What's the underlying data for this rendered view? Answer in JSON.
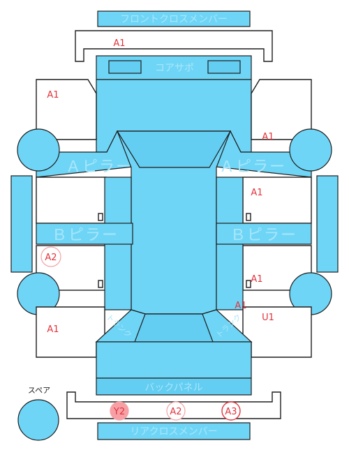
{
  "labels": {
    "front_cross_member": "フロントクロスメンバー",
    "core_support": "コアサポ",
    "a_pillar_left": "Ａピラー",
    "a_pillar_right": "Ａピラー",
    "b_pillar_left": "Ｂピラー",
    "b_pillar_right": "Ｂピラー",
    "back_panel": "バックパネル",
    "rear_cross_member": "リアクロスメンバー",
    "spare": "スペア",
    "trunk_left": "トランク",
    "trunk_right": "トランク"
  },
  "damage_codes": {
    "front_cross_member": "A1",
    "front_left": "A1",
    "front_right": "A1",
    "right_front_door": "A1",
    "left_rear_door": "A2",
    "right_rear_door": "A1",
    "right_rear_quarter": "A1",
    "right_rear_quarter_2": "U1",
    "left_rear_quarter": "A1",
    "rear_cross_member_1": "Y2",
    "rear_cross_member_2": "A2",
    "rear_cross_member_3": "A3"
  },
  "colors": {
    "part": "#6fd5f6",
    "damage_text": "#e2333b",
    "damage_highlight": "#f6a0a6"
  }
}
